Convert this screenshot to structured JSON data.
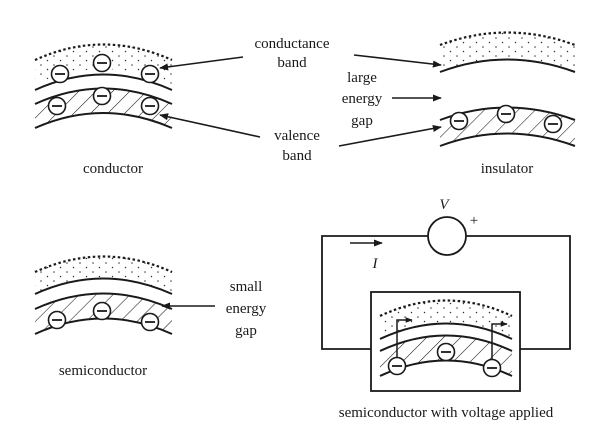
{
  "labels": {
    "conductance_line1": "conductance",
    "conductance_line2": "band",
    "valence_line1": "valence",
    "valence_line2": "band",
    "large_gap_line1": "large",
    "large_gap_line2": "energy",
    "large_gap_line3": "gap",
    "small_gap_line1": "small",
    "small_gap_line2": "energy",
    "small_gap_line3": "gap",
    "conductor": "conductor",
    "insulator": "insulator",
    "semiconductor": "semiconductor",
    "semiconductor_voltage": "semiconductor with voltage applied",
    "voltage_symbol": "V",
    "plus_sign": "+",
    "current_symbol": "I"
  },
  "electron_glyph": "minus-in-circle",
  "colors": {
    "ink": "#1a1a1a",
    "background": "#ffffff"
  }
}
